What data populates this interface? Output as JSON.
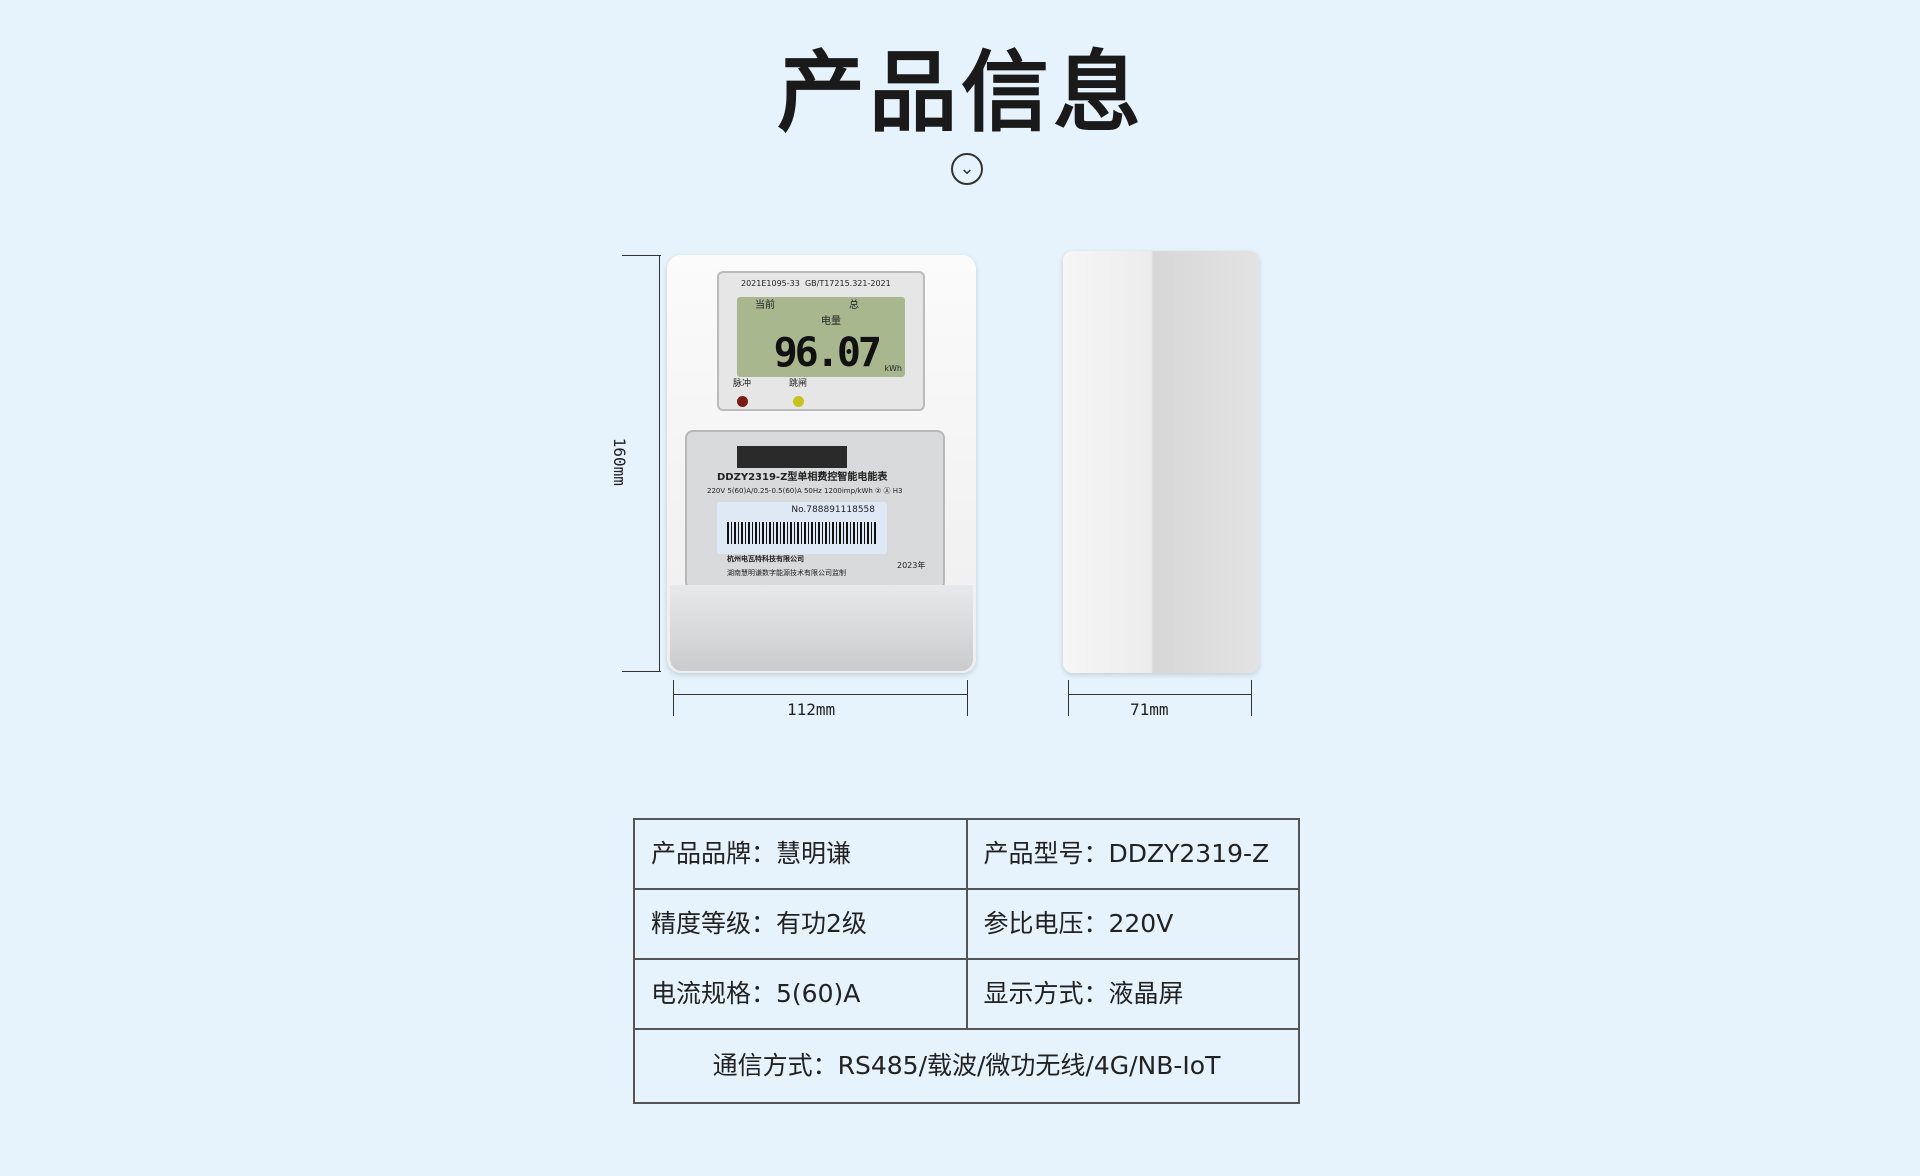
{
  "title": "产品信息",
  "chevron_icon": "chevron-down-circle",
  "dimensions": {
    "height": "160mm",
    "width": "112mm",
    "depth": "71mm"
  },
  "meter": {
    "cert": "2021E1095-33",
    "standard": "GB/T17215.321-2021",
    "lcd": {
      "current": "当前",
      "total": "总",
      "energy": "电量",
      "reading": "96.07",
      "unit": "kWh"
    },
    "pulse": "脉冲",
    "trip": "跳闸",
    "model_line": "DDZY2319-Z型单相费控智能电能表",
    "spec_line": "220V 5(60)A/0.25-0.5(60)A 50Hz 1200imp/kWh ② Ⓐ H3",
    "serial": "No.788891118558",
    "maker1": "杭州电瓦特科技有限公司",
    "maker2": "湖南慧明谦数字能源技术有限公司监制",
    "year": "2023年"
  },
  "specs": {
    "brand": "产品品牌：慧明谦",
    "model": "产品型号：DDZY2319-Z",
    "accuracy": "精度等级：有功2级",
    "voltage": "参比电压：220V",
    "current": "电流规格：5(60)A",
    "display": "显示方式：液晶屏",
    "comm": "通信方式：RS485/载波/微功无线/4G/NB-IoT"
  }
}
